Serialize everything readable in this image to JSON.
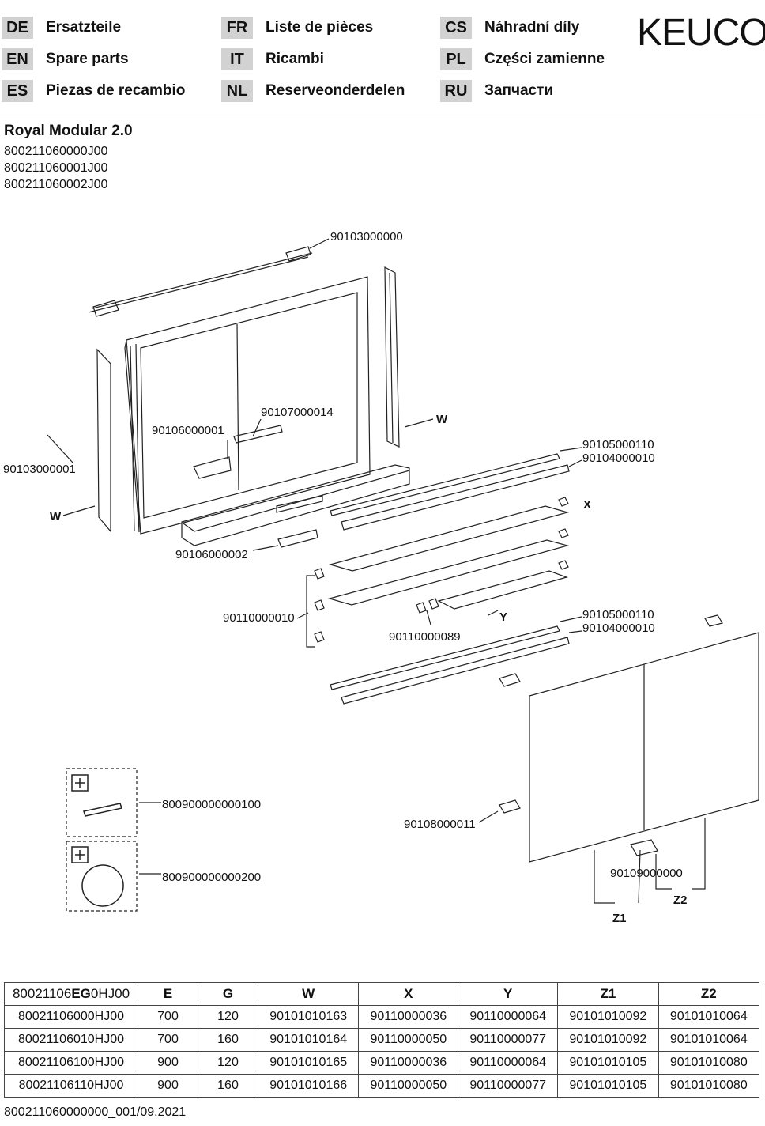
{
  "languages": [
    {
      "code": "DE",
      "name": "Ersatzteile"
    },
    {
      "code": "EN",
      "name": "Spare parts"
    },
    {
      "code": "ES",
      "name": "Piezas de recambio"
    },
    {
      "code": "FR",
      "name": "Liste de pièces"
    },
    {
      "code": "IT",
      "name": "Ricambi"
    },
    {
      "code": "NL",
      "name": "Reserveonderdelen"
    },
    {
      "code": "CS",
      "name": "Náhradní díly"
    },
    {
      "code": "PL",
      "name": "Części zamienne"
    },
    {
      "code": "RU",
      "name": "Запчасти"
    }
  ],
  "brand": "KEUCO",
  "product": {
    "title": "Royal Modular 2.0",
    "numbers": [
      "800211060000J00",
      "800211060001J00",
      "800211060002J00"
    ]
  },
  "drawing": {
    "labels": {
      "p1": "90103000000",
      "p2": "90103000001",
      "p3": "90106000001",
      "p4": "90107000014",
      "p5": "90106000002",
      "p6": "90105000110",
      "p7": "90104000010",
      "p8": "90110000010",
      "p9": "90110000089",
      "p10": "90105000110",
      "p11": "90104000010",
      "p12": "800900000000100",
      "p13": "800900000000200",
      "p14": "90108000011",
      "p15": "90109000000"
    },
    "letters": {
      "w1": "W",
      "w2": "W",
      "x": "X",
      "y": "Y",
      "z1": "Z1",
      "z2": "Z2"
    }
  },
  "table": {
    "header": {
      "pre": "80021106",
      "bold1": "EG",
      "mid": "0HJ00",
      "cols": [
        "E",
        "G",
        "W",
        "X",
        "Y",
        "Z1",
        "Z2"
      ]
    },
    "rows": [
      [
        "80021106000HJ00",
        "700",
        "120",
        "90101010163",
        "90110000036",
        "90110000064",
        "90101010092",
        "90101010064"
      ],
      [
        "80021106010HJ00",
        "700",
        "160",
        "90101010164",
        "90110000050",
        "90110000077",
        "90101010092",
        "90101010064"
      ],
      [
        "80021106100HJ00",
        "900",
        "120",
        "90101010165",
        "90110000036",
        "90110000064",
        "90101010105",
        "90101010080"
      ],
      [
        "80021106110HJ00",
        "900",
        "160",
        "90101010166",
        "90110000050",
        "90110000077",
        "90101010105",
        "90101010080"
      ]
    ]
  },
  "footer": "800211060000000_001/09.2021"
}
